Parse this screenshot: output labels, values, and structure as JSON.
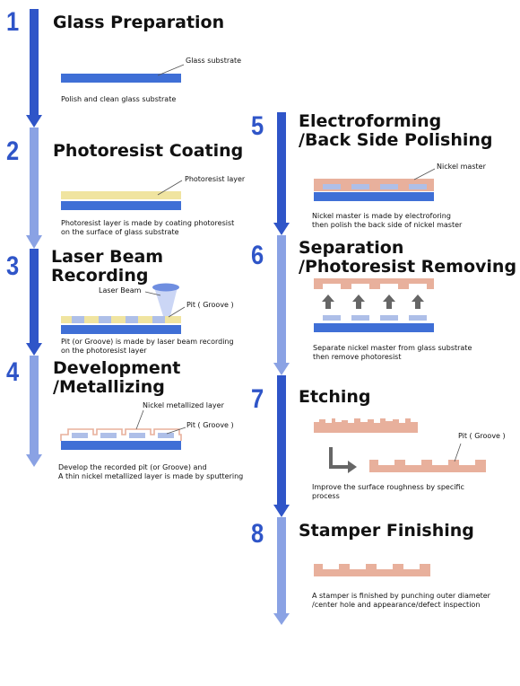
{
  "steps": [
    {
      "number": "1",
      "title": "Glass Preparation",
      "caption": "Polish and clean glass substrate",
      "labels": {
        "glass": "Glass substrate"
      }
    },
    {
      "number": "2",
      "title": "Photoresist Coating",
      "caption": "Photoresist layer is made by coating photoresist\non the surface of glass substrate",
      "labels": {
        "photoresist": "Photoresist layer"
      }
    },
    {
      "number": "3",
      "title": "Laser Beam\nRecording",
      "caption": "Pit (or Groove) is made by laser beam recording\non the photoresist layer",
      "labels": {
        "beam": "Laser Beam",
        "pit": "Pit ( Groove )"
      }
    },
    {
      "number": "4",
      "title": "Development\n/Metallizing",
      "caption": "Develop the recorded pit (or Groove) and\nA thin nickel metallized layer is made by sputtering",
      "labels": {
        "nickel": "Nickel metallized layer",
        "pit": "Pit ( Groove )"
      }
    },
    {
      "number": "5",
      "title": "Electroforming\n/Back Side Polishing",
      "caption": "Nickel master is made by electroforing\nthen polish the back side of nickel master",
      "labels": {
        "master": "Nickel master"
      }
    },
    {
      "number": "6",
      "title": "Separation\n/Photoresist Removing",
      "caption": "Separate nickel master from glass substrate\nthen remove photoresist",
      "labels": {}
    },
    {
      "number": "7",
      "title": "Etching",
      "caption": "Improve the surface roughness by specific\nprocess",
      "labels": {
        "pit": "Pit ( Groove )"
      }
    },
    {
      "number": "8",
      "title": "Stamper Finishing",
      "caption": "A stamper is finished by punching outer diameter\n/center hole and appearance/defect inspection",
      "labels": {}
    }
  ],
  "colors": {
    "arrow_dark": "#2f55c8",
    "arrow_light": "#8aa2e4",
    "glass": "#3f6fd6",
    "photoresist": "#f0e4a0",
    "pit": "#aebfe8",
    "nickel": "#e8b09c"
  }
}
